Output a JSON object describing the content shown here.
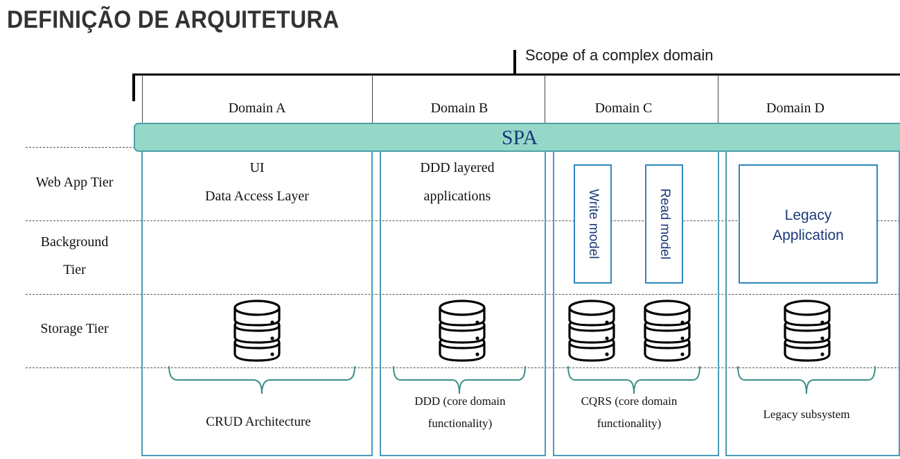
{
  "title": "DEFINIÇÃO DE ARQUITETURA",
  "scope_label": "Scope of a complex domain",
  "spa_label": "SPA",
  "tiers": {
    "web_app": "Web App Tier",
    "background_line1": "Background",
    "background_line2": "Tier",
    "storage": "Storage Tier"
  },
  "domains": {
    "a": {
      "name": "Domain A",
      "web_line1": "UI",
      "web_line2": "Data Access Layer",
      "caption": "CRUD Architecture"
    },
    "b": {
      "name": "Domain B",
      "web_line1": "DDD layered",
      "web_line2": "applications",
      "caption_line1": "DDD (core domain",
      "caption_line2": "functionality)"
    },
    "c": {
      "name": "Domain C",
      "write_model": "Write model",
      "read_model": "Read model",
      "caption_line1": "CQRS (core domain",
      "caption_line2": "functionality)"
    },
    "d": {
      "name": "Domain D",
      "legacy_line1": "Legacy",
      "legacy_line2": "Application",
      "caption": "Legacy subsystem"
    }
  },
  "colors": {
    "spa_fill": "#95d8c8",
    "spa_border": "#4ea0a6",
    "frame_border": "#4a9bb8",
    "model_border": "#2c87c0",
    "accent_text": "#1b3a7a"
  },
  "icons": [
    "database-icon",
    "brace-icon"
  ]
}
